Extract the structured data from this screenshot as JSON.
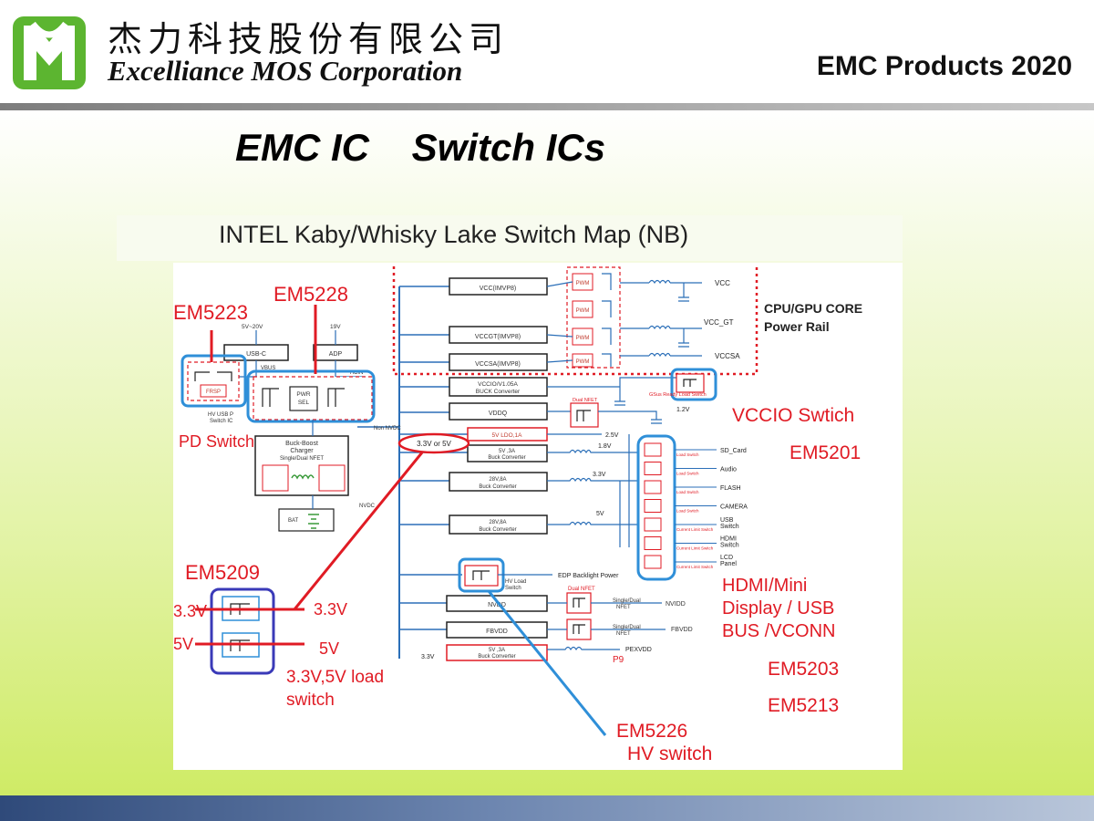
{
  "header": {
    "company_cn": "杰力科技股份有限公司",
    "company_en": "Excelliance MOS Corporation",
    "right_title": "EMC Products 2020"
  },
  "slide_title": "EMC IC    Switch ICs",
  "map_title": "INTEL Kaby/Whisky Lake Switch Map (NB)",
  "colors": {
    "accent_red": "#e01b24",
    "accent_blue": "#2f8fd8",
    "accent_navy": "#3a3ab8",
    "line_blue": "#2b6fb8",
    "brand_green": "#5cb530"
  },
  "callouts": {
    "em5223": "EM5223",
    "em5228": "EM5228",
    "pd_switch": "PD Switch",
    "em5209": "EM5209",
    "v33_left": "3.3V",
    "v33_right": "3.3V",
    "v5_left": "5V",
    "v5_right": "5V",
    "load_switch_1": "3.3V,5V load",
    "load_switch_2": "switch",
    "cpu_gpu_1": "CPU/GPU CORE",
    "cpu_gpu_2": "Power Rail",
    "vccio_switch": "VCCIO Swtich",
    "em5201": "EM5201",
    "hdmi_1": "HDMI/Mini",
    "hdmi_2": "Display / USB",
    "hdmi_3": "BUS /VCONN",
    "em5203": "EM5203",
    "em5213": "EM5213",
    "em5226": "EM5226",
    "hv_switch": "HV switch",
    "v33_or_5v": "3.3V or 5V"
  },
  "diagram": {
    "usb_c": "USB-C",
    "adp": "ADP",
    "v5_20": "5V~20V",
    "v19": "19V",
    "vbus": "VBUS",
    "acin": "ACIN",
    "frsp": "FRSP",
    "pwr_sel": "PWR SEL",
    "hv_usb_1": "HV USB P",
    "hv_usb_2": "Switch IC",
    "non_nvdc": "Non NVDC",
    "buck_boost_1": "Buck-Boost",
    "buck_boost_2": "Charger",
    "buck_boost_3": "Single/Dual NFET",
    "nvdc": "NVDC",
    "bat": "BAT",
    "vcc_rail": "VCC(IMVP8)",
    "vccgt_rail": "VCCGT(IMVP8)",
    "vccsa_rail": "VCCSA(IMVP8)",
    "pwm": "PWM",
    "vcc": "VCC",
    "vcc_gt": "VCC_GT",
    "vccsa": "VCCSA",
    "vccio_1": "VCCIO/V1.05A",
    "vccio_2": "BUCK Converter",
    "ready_load_switch": "GSus Ready Load Switch",
    "vddq": "VDDQ",
    "dual_nfet": "Dual NFET",
    "v12": "1.2V",
    "ldo": "5V LDO,1A",
    "v25": "2.5V",
    "buck_3a_1": "5V ,3A",
    "buck_3a_2": "Buck Converter",
    "v18": "1.8V",
    "buck_28v_1": "28V,8A",
    "buck_28v_2": "Buck Converter",
    "v33_rail": "3.3V",
    "buck_28v_b1": "28V,8A",
    "buck_28v_b2": "Buck Converter",
    "v5_rail": "5V",
    "hv_load_1": "HV Load",
    "hv_load_2": "Switch",
    "edp": "EDP Backlight Power",
    "nvdd": "NVDD",
    "fbvdd": "FBVDD",
    "single_dual_1": "Single/Dual",
    "single_dual_2": "NFET",
    "nvidd": "NVIDD",
    "fbvdd_out": "FBVDD",
    "buck_5v_1": "5V ,3A",
    "buck_5v_2": "Buck Converter",
    "v33_in": "3.3V",
    "pexvdd": "PEXVDD",
    "p9": "P9",
    "load_switch": "Load Switch",
    "current_limit": "Current Limit Switch",
    "outputs": [
      "SD_Card",
      "Audio",
      "FLASH",
      "CAMERA",
      "USB Switch",
      "HDMI Switch",
      "LCD Panel"
    ]
  }
}
